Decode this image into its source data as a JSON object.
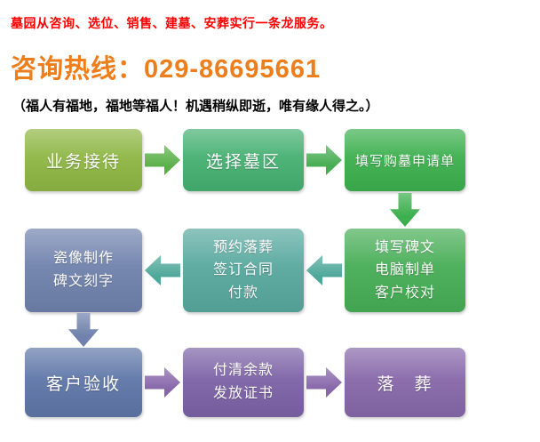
{
  "header": {
    "tagline": "墓园从咨询、选位、销售、建墓、安葬实行一条龙服务。",
    "hotline": "咨询热线：029-86695661",
    "subtitle": "（福人有福地，福地等福人！机遇稍纵即逝，唯有缘人得之。）"
  },
  "colors": {
    "tagline": "#ff0000",
    "hotline": "#ee7d1c",
    "subtitle": "#000000"
  },
  "flow": {
    "steps": [
      {
        "id": "business-reception",
        "label": "业务接待",
        "color": "#8eb644"
      },
      {
        "id": "select-plot",
        "label": "选择墓区",
        "color": "#45b071"
      },
      {
        "id": "application-form",
        "label": "填写购墓申请单",
        "color": "#3caf4e"
      },
      {
        "id": "epitaph-entry",
        "label": "填写碑文\n电脑制单\n客户校对",
        "color": "#46ad55"
      },
      {
        "id": "appointment-contract",
        "label": "预约落葬\n签订合同\n付款",
        "color": "#57a89e"
      },
      {
        "id": "porcelain-engraving",
        "label": "瓷像制作\n碑文刻字",
        "color": "#6f81ac"
      },
      {
        "id": "customer-acceptance",
        "label": "客户验收",
        "color": "#5e76a8"
      },
      {
        "id": "final-payment",
        "label": "付清余款\n发放证书",
        "color": "#7c62a6"
      },
      {
        "id": "burial",
        "label": "落　葬",
        "color": "#8667a9"
      }
    ],
    "arrows": [
      {
        "dir": "right",
        "color": "#5bb04a"
      },
      {
        "dir": "right",
        "color": "#47ad52"
      },
      {
        "dir": "down",
        "color": "#3caf4e"
      },
      {
        "dir": "left",
        "color": "#4ea89a"
      },
      {
        "dir": "left",
        "color": "#4ea89a"
      },
      {
        "dir": "down",
        "color": "#6f81ac"
      },
      {
        "dir": "right",
        "color": "#8767aa"
      },
      {
        "dir": "right",
        "color": "#8767aa"
      }
    ]
  }
}
